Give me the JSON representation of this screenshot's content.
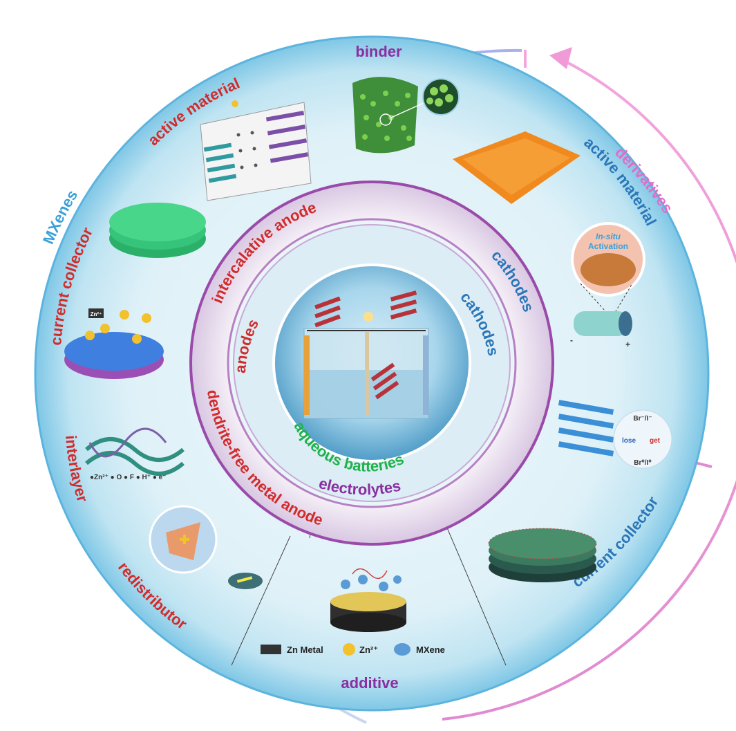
{
  "outer_arc_labels": {
    "left": "MXenes",
    "right": "derivatives"
  },
  "segment_labels": {
    "binder": "binder",
    "active_material_left": "active material",
    "active_material_right": "active material",
    "current_collector_left": "current collector",
    "current_collector_right": "current collector",
    "interlayer": "interlayer",
    "redistributor": "redistributor",
    "additive": "additive"
  },
  "middle_ring_labels": {
    "intercalative_anode": "intercalative anode",
    "dendrite_free": "dendrite-free metal anode",
    "cathodes": "cathodes",
    "electrolytes": "electrolytes"
  },
  "inner_ring_labels": {
    "anodes": "anodes",
    "cathodes": "cathodes"
  },
  "center_label": "aqueous batteries",
  "illustration_text": {
    "in_situ": "In-situ",
    "activation": "Activation",
    "zn2_tag": "Zn²⁺",
    "minus": "-",
    "plus": "+",
    "interlayer_legend": "●Zn²⁺ ● O ● F ● H⁺ ● e⁻",
    "br_top": "Br⁻/I⁻",
    "br_bottom": "Br⁰/I⁰",
    "lose": "lose",
    "get": "get"
  },
  "legend": [
    {
      "label": "Zn Metal",
      "color": "#333333"
    },
    {
      "label": "Zn²⁺",
      "color": "#f2c12e"
    },
    {
      "label": "MXene",
      "color": "#5b9bd5"
    }
  ],
  "colors": {
    "red_label": "#d12b2b",
    "blue_label": "#2a76b8",
    "purple_label": "#8a2fa0",
    "green_label": "#1fb24a",
    "mxenes_arc": "#9fa6e6",
    "derivatives_arc": "#ef8fd6"
  }
}
